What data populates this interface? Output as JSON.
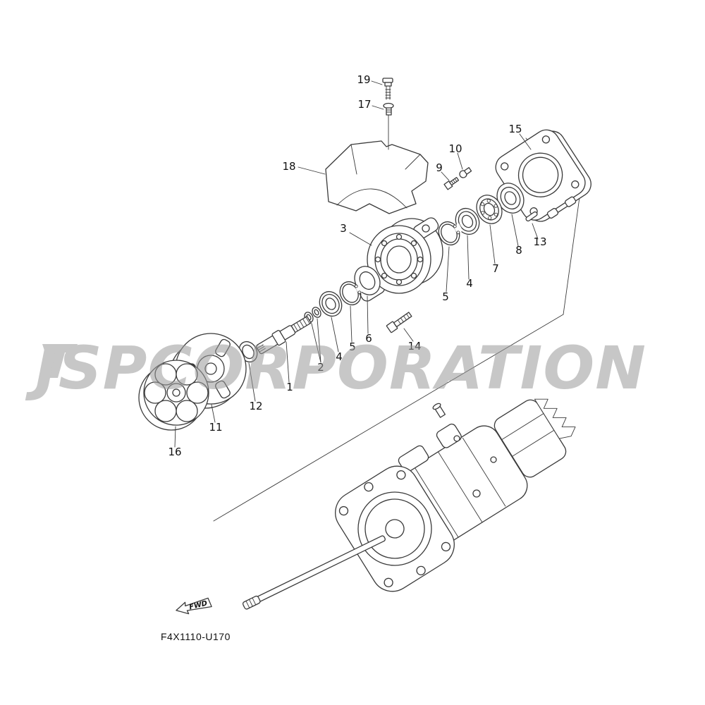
{
  "watermark": {
    "text": "JSPCORPORATION"
  },
  "colors": {
    "background": "#ffffff",
    "line": "#3a3a3a",
    "watermark_gray": "#bfbfbf",
    "text": "#111111"
  },
  "diagram": {
    "code": "F4X1110-U170",
    "fwd_label": "FWD",
    "callouts": {
      "c1": "1",
      "c2": "2",
      "c3": "3",
      "c4_left": "4",
      "c4_right": "4",
      "c5_left": "5",
      "c5_right": "5",
      "c6": "6",
      "c7": "7",
      "c8": "8",
      "c9": "9",
      "c10": "10",
      "c11": "11",
      "c12": "12",
      "c13": "13",
      "c14": "14",
      "c15": "15",
      "c16": "16",
      "c17": "17",
      "c18": "18",
      "c19": "19"
    }
  }
}
